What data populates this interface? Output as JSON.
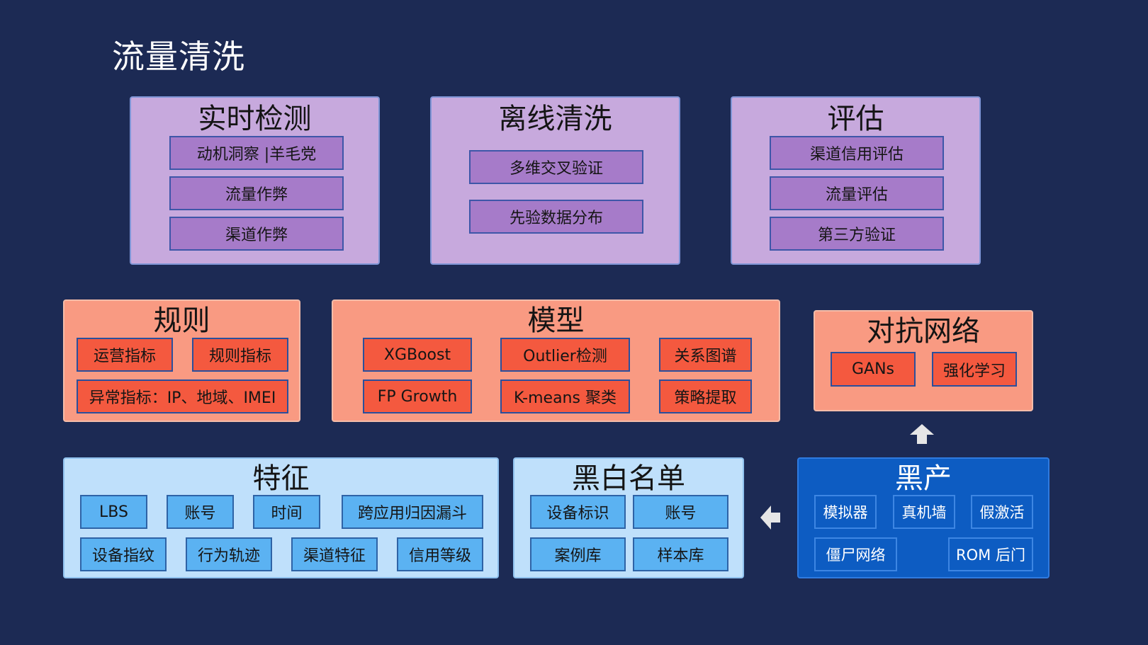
{
  "title": "流量清洗",
  "realtime": {
    "title": "实时检测",
    "items": [
      "动机洞察 |羊毛党",
      "流量作弊",
      "渠道作弊"
    ]
  },
  "offline": {
    "title": "离线清洗",
    "items": [
      "多维交叉验证",
      "先验数据分布"
    ]
  },
  "evaluate": {
    "title": "评估",
    "items": [
      "渠道信用评估",
      "流量评估",
      "第三方验证"
    ]
  },
  "rules": {
    "title": "规则",
    "items": [
      "运营指标",
      "规则指标",
      "异常指标：IP、地域、IMEI"
    ]
  },
  "model": {
    "title": "模型",
    "items": [
      "XGBoost",
      "Outlier检测",
      "关系图谱",
      "FP Growth",
      "K-means 聚类",
      "策略提取"
    ]
  },
  "adversarial": {
    "title": "对抗网络",
    "items": [
      "GANs",
      "强化学习"
    ]
  },
  "features": {
    "title": "特征",
    "items": [
      "LBS",
      "账号",
      "时间",
      "跨应用归因漏斗",
      "设备指纹",
      "行为轨迹",
      "渠道特征",
      "信用等级"
    ]
  },
  "blackwhite": {
    "title": "黑白名单",
    "items": [
      "设备标识",
      "账号",
      "案例库",
      "样本库"
    ]
  },
  "blackmarket": {
    "title": "黑产",
    "items": [
      "模拟器",
      "真机墙",
      "假激活",
      "僵尸网络",
      "ROM 后门"
    ]
  },
  "arrows": {
    "icon": "arrow-icon",
    "color": "#e6e6e6"
  }
}
